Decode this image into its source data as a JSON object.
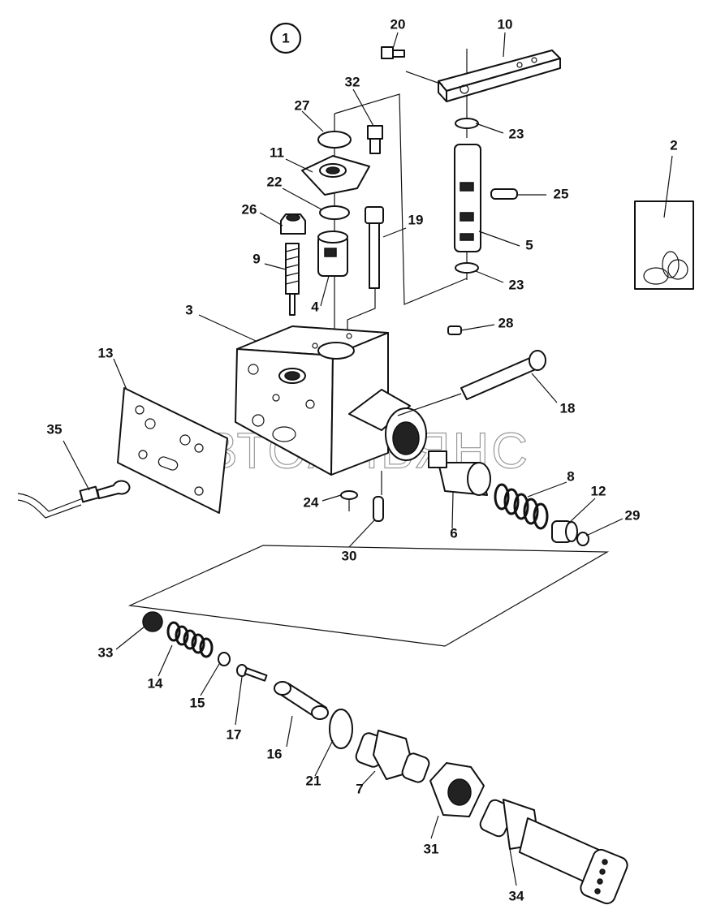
{
  "diagram": {
    "group_number": "1",
    "watermark": "АВТОАЛЬЯНС",
    "callouts": [
      {
        "id": "c1",
        "label": "1"
      },
      {
        "id": "c2",
        "label": "2"
      },
      {
        "id": "c3",
        "label": "3"
      },
      {
        "id": "c4",
        "label": "4"
      },
      {
        "id": "c5",
        "label": "5"
      },
      {
        "id": "c6",
        "label": "6"
      },
      {
        "id": "c7",
        "label": "7"
      },
      {
        "id": "c8",
        "label": "8"
      },
      {
        "id": "c9",
        "label": "9"
      },
      {
        "id": "c10",
        "label": "10"
      },
      {
        "id": "c11",
        "label": "11"
      },
      {
        "id": "c12",
        "label": "12"
      },
      {
        "id": "c13",
        "label": "13"
      },
      {
        "id": "c14",
        "label": "14"
      },
      {
        "id": "c15",
        "label": "15"
      },
      {
        "id": "c16",
        "label": "16"
      },
      {
        "id": "c17",
        "label": "17"
      },
      {
        "id": "c18",
        "label": "18"
      },
      {
        "id": "c19",
        "label": "19"
      },
      {
        "id": "c20",
        "label": "20"
      },
      {
        "id": "c21",
        "label": "21"
      },
      {
        "id": "c22",
        "label": "22"
      },
      {
        "id": "c23a",
        "label": "23"
      },
      {
        "id": "c23b",
        "label": "23"
      },
      {
        "id": "c24",
        "label": "24"
      },
      {
        "id": "c25",
        "label": "25"
      },
      {
        "id": "c26",
        "label": "26"
      },
      {
        "id": "c27",
        "label": "27"
      },
      {
        "id": "c28",
        "label": "28"
      },
      {
        "id": "c29",
        "label": "29"
      },
      {
        "id": "c30",
        "label": "30"
      },
      {
        "id": "c31",
        "label": "31"
      },
      {
        "id": "c32",
        "label": "32"
      },
      {
        "id": "c33",
        "label": "33"
      },
      {
        "id": "c34",
        "label": "34"
      },
      {
        "id": "c35",
        "label": "35"
      }
    ]
  }
}
